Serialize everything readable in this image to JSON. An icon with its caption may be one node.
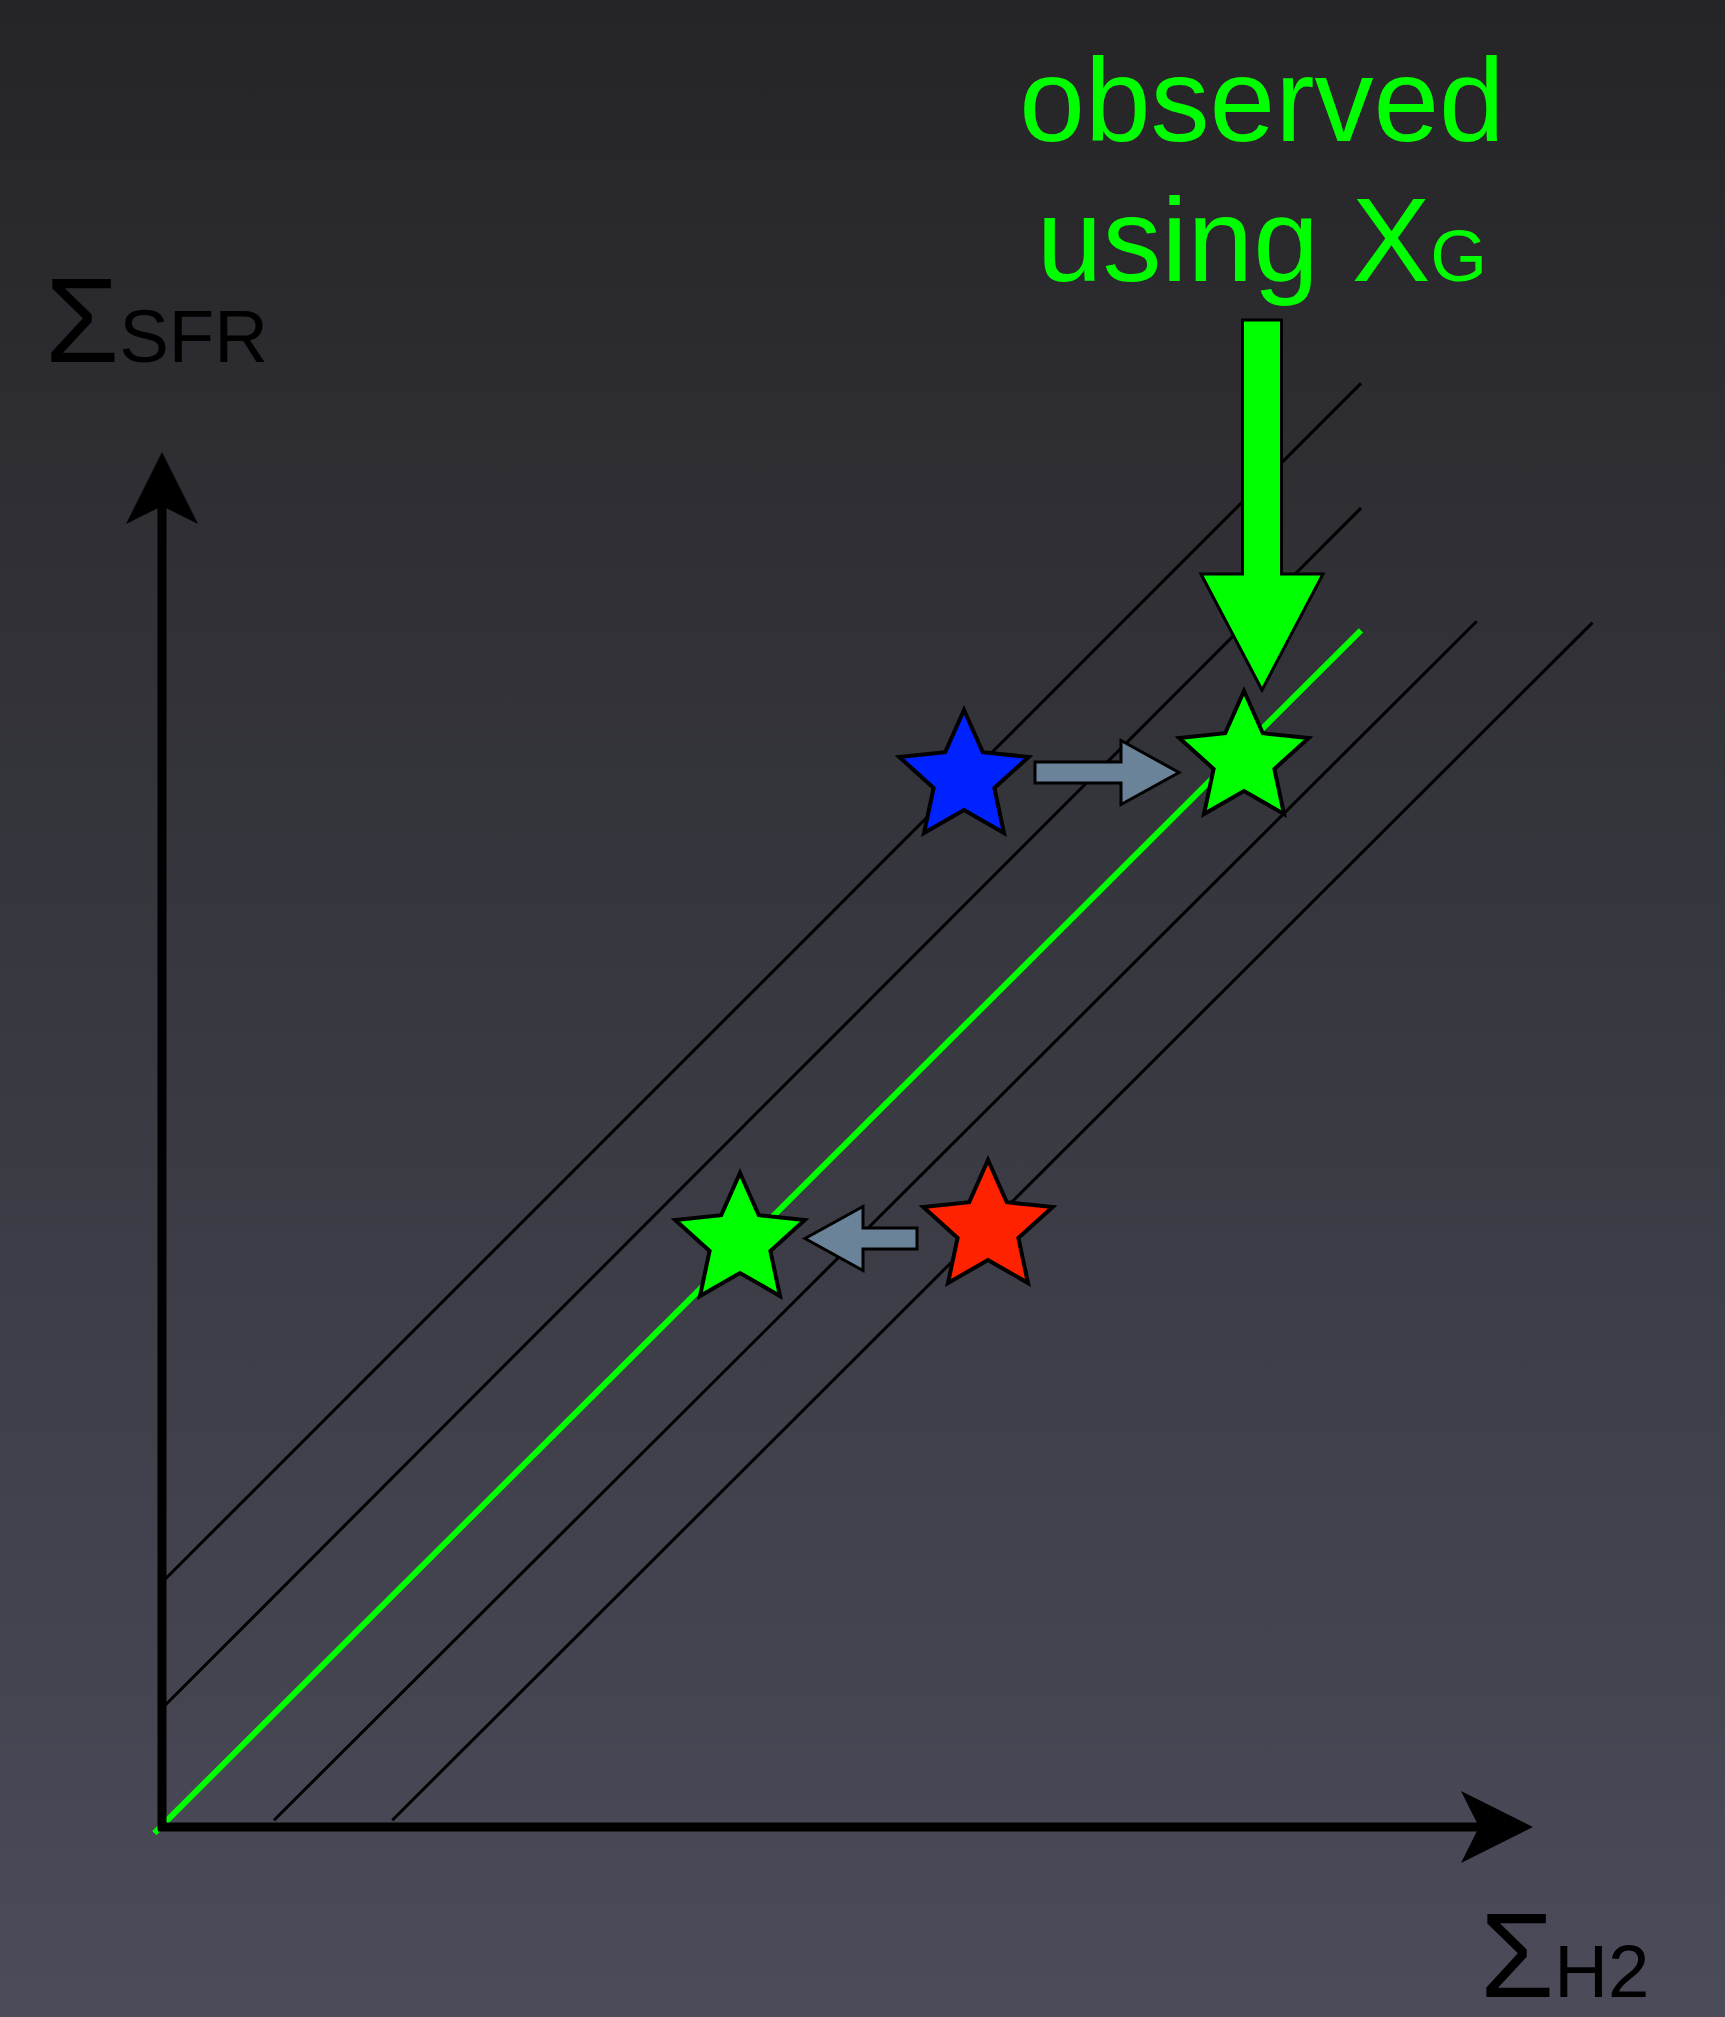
{
  "diagram": {
    "nodes": [
      {
        "text": [
          "observed using X$_{G}$"
        ]
      },
      {
        "text": [],
        "shape": "star"
      },
      {
        "text": [],
        "shape": "star"
      },
      {
        "text": [],
        "shape": "star"
      },
      {
        "text": [],
        "shape": "star"
      }
    ],
    "edges": [
      {
        "from": 0,
        "to": 2,
        "arrow": "to",
        "style": "thick",
        "color": "#00ff00"
      },
      {
        "from": 1,
        "to": 2,
        "arrow": "to"
      },
      {
        "from": 3,
        "to": 4,
        "arrow": "to"
      }
    ],
    "labels": [
      "Σ$_{SFR}$",
      "Σ$_{H2}$"
    ]
  }
}
